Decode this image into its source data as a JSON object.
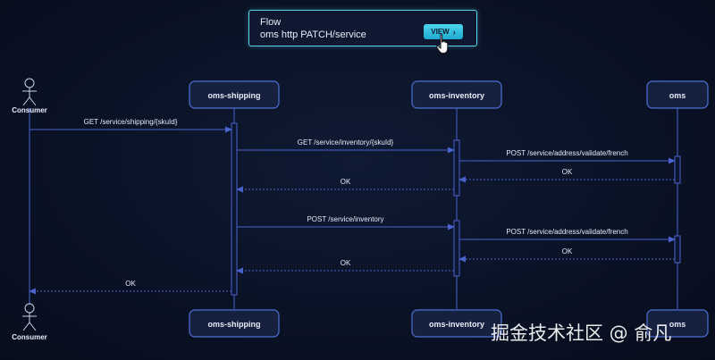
{
  "flow_card": {
    "title": "Flow",
    "subtitle": "oms http PATCH/service",
    "view_label": "VIEW"
  },
  "participants": [
    {
      "id": "consumer",
      "label": "Consumer",
      "kind": "actor"
    },
    {
      "id": "shipping",
      "label": "oms-shipping",
      "kind": "box"
    },
    {
      "id": "inventory",
      "label": "oms-inventory",
      "kind": "box"
    },
    {
      "id": "oms",
      "label": "oms",
      "kind": "box"
    }
  ],
  "messages": [
    {
      "from": "consumer",
      "to": "shipping",
      "label": "GET /service/shipping/{skuId}",
      "style": "solid"
    },
    {
      "from": "shipping",
      "to": "inventory",
      "label": "GET /service/inventory/{skuId}",
      "style": "solid"
    },
    {
      "from": "inventory",
      "to": "oms",
      "label": "POST /service/address/validate/french",
      "style": "solid"
    },
    {
      "from": "oms",
      "to": "inventory",
      "label": "OK",
      "style": "dashed"
    },
    {
      "from": "inventory",
      "to": "shipping",
      "label": "OK",
      "style": "dashed"
    },
    {
      "from": "shipping",
      "to": "inventory",
      "label": "POST /service/inventory",
      "style": "solid"
    },
    {
      "from": "inventory",
      "to": "oms",
      "label": "POST /service/address/validate/french",
      "style": "solid"
    },
    {
      "from": "oms",
      "to": "inventory",
      "label": "OK",
      "style": "dashed"
    },
    {
      "from": "inventory",
      "to": "shipping",
      "label": "OK",
      "style": "dashed"
    },
    {
      "from": "shipping",
      "to": "consumer",
      "label": "OK",
      "style": "dashed"
    }
  ],
  "watermark": "掘金技术社区 @ 俞凡",
  "colors": {
    "background": "#0a1226",
    "line": "#4a62cc",
    "box_border": "#4f70d8",
    "box_fill": "#16203f",
    "text": "#e6ecf8",
    "accent": "#58d2e6"
  }
}
